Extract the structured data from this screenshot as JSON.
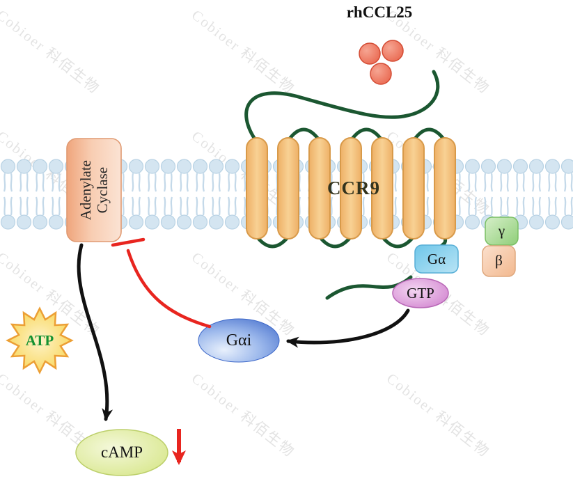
{
  "watermark": {
    "text": "Cobioer  科佰生物"
  },
  "diagram": {
    "ligand": {
      "label": "rhCCL25"
    },
    "receptor": {
      "label": "CCR9"
    },
    "enzyme": {
      "line1": "Adenylate",
      "line2": "Cyclase"
    },
    "g_protein": {
      "alpha": "Gα",
      "gtp": "GTP",
      "gamma": "γ",
      "beta": "β",
      "alpha_i": "Gαi"
    },
    "metabolites": {
      "atp": "ATP",
      "camp": "cAMP"
    }
  },
  "colors": {
    "ligand_red": "#e75d44",
    "helix_orange": "#f6c37c",
    "loop_green": "#1b5731",
    "membrane_blue": "#d4e5f1",
    "inhibition_red": "#e8251f",
    "atp_text_green": "#159232",
    "gai_blue": "#3b66c8",
    "camp_yellow_green": "#d3e47f"
  }
}
